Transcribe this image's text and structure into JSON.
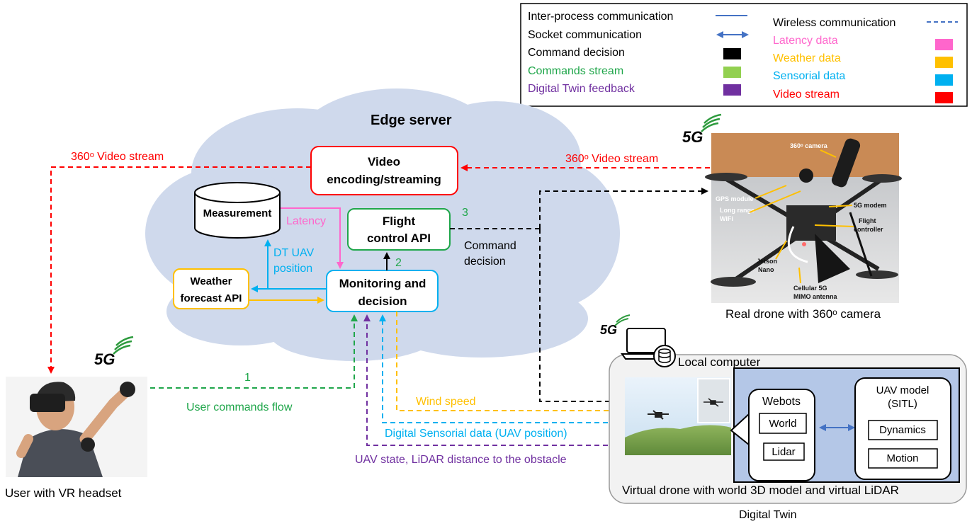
{
  "legend": {
    "left": [
      {
        "label": "Inter-process communication",
        "color": "#000000",
        "symbol": "solid-line",
        "symbol_color": "#4472c4"
      },
      {
        "label": "Socket communication",
        "color": "#000000",
        "symbol": "double-arrow",
        "symbol_color": "#4472c4"
      },
      {
        "label": "Command decision",
        "color": "#000000",
        "symbol": "swatch",
        "symbol_color": "#000000"
      },
      {
        "label": "Commands stream",
        "color": "#1fa64a",
        "symbol": "swatch",
        "symbol_color": "#92d050"
      },
      {
        "label": "Digital Twin feedback",
        "color": "#7030a0",
        "symbol": "swatch",
        "symbol_color": "#7030a0"
      }
    ],
    "right": [
      {
        "label": "Wireless communication",
        "color": "#000000",
        "symbol": "dashed-line",
        "symbol_color": "#4472c4"
      },
      {
        "label": "Latency data",
        "color": "#ff66cc",
        "symbol": "swatch",
        "symbol_color": "#ff66cc"
      },
      {
        "label": "Weather data",
        "color": "#ffc000",
        "symbol": "swatch",
        "symbol_color": "#ffc000"
      },
      {
        "label": "Sensorial data",
        "color": "#00b0f0",
        "symbol": "swatch",
        "symbol_color": "#00b0f0"
      },
      {
        "label": "Video stream",
        "color": "#ff0000",
        "symbol": "swatch",
        "symbol_color": "#ff0000"
      }
    ]
  },
  "edge_server": {
    "title": "Edge server",
    "video_box": [
      "Video",
      "encoding/streaming"
    ],
    "measurement": "Measurement",
    "flight_api": [
      "Flight",
      "control API"
    ],
    "weather_api": [
      "Weather",
      "forecast API"
    ],
    "monitoring": [
      "Monitoring and",
      "decision"
    ],
    "latency_label": "Latency",
    "dt_position": [
      "DT UAV",
      "position"
    ],
    "step2": "2",
    "step3": "3",
    "command_decision": [
      "Command",
      "decision"
    ]
  },
  "flows": {
    "video_left": "360ᵒ Video stream",
    "video_right": "360ᵒ Video stream",
    "step1": "1",
    "user_commands": "User commands flow",
    "wind_speed": "Wind speed",
    "digital_sensorial": "Digital Sensorial data (UAV position)",
    "uav_state": "UAV state, LiDAR distance to the obstacle"
  },
  "badges": {
    "five_g": "5G"
  },
  "user": {
    "caption": "User with VR headset"
  },
  "real_drone": {
    "caption": "Real drone with 360ᵒ camera",
    "annotations": {
      "camera": "360ᵒ camera",
      "gps": "GPS module",
      "wifi": [
        "Long range",
        "WiFi"
      ],
      "modem": "5G modem",
      "controller": [
        "Flight",
        "controller"
      ],
      "jetson": [
        "Jetson",
        "Nano"
      ],
      "antenna": [
        "Cellular 5G",
        "MIMO antenna"
      ]
    }
  },
  "digital_twin": {
    "local_computer": "Local computer",
    "webots": "Webots",
    "world": "World",
    "lidar": "Lidar",
    "uav_model": [
      "UAV model",
      "(SITL)"
    ],
    "dynamics": "Dynamics",
    "motion": "Motion",
    "caption": "Virtual drone with world 3D model and virtual LiDAR",
    "label": "Digital Twin"
  },
  "colors": {
    "red": "#ff0000",
    "green": "#1fa64a",
    "orange": "#ffc000",
    "blue": "#00b0f0",
    "purple": "#7030a0",
    "pink": "#ff66cc",
    "cloud": "#cfd9ec",
    "panel": "#b4c7e7"
  }
}
